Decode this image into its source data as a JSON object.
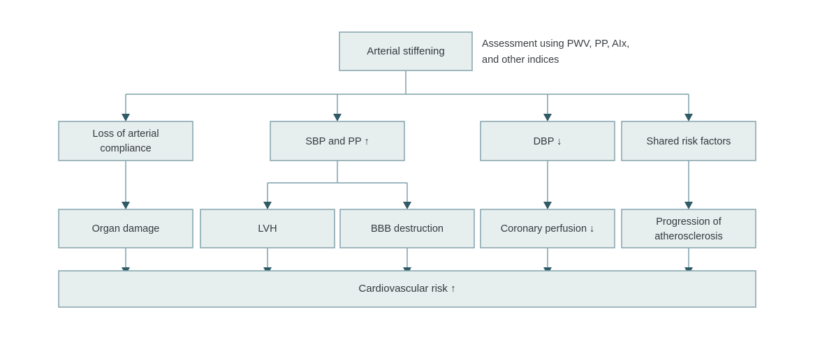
{
  "diagram": {
    "title_node": {
      "id": "arterial-stiffening",
      "label": "Arterial stiffening"
    },
    "annotation": {
      "line1": "Assessment using PWV, PP, AIx,",
      "line2": "and other indices"
    },
    "row2": [
      {
        "id": "loss-of-arterial-compliance",
        "line1": "Loss of arterial",
        "line2": "compliance"
      },
      {
        "id": "sbp-and-pp-up",
        "line1": "SBP and PP ↑",
        "line2": ""
      },
      {
        "id": "dbp-down",
        "line1": "DBP ↓",
        "line2": ""
      },
      {
        "id": "shared-risk-factors",
        "line1": "Shared risk factors",
        "line2": ""
      }
    ],
    "row3": [
      {
        "id": "organ-damage",
        "line1": "Organ damage",
        "line2": ""
      },
      {
        "id": "lvh",
        "line1": "LVH",
        "line2": ""
      },
      {
        "id": "bbb-destruction",
        "line1": "BBB destruction",
        "line2": ""
      },
      {
        "id": "coronary-perfusion-down",
        "line1": "Coronary perfusion ↓",
        "line2": ""
      },
      {
        "id": "progression-of-atherosclerosis",
        "line1": "Progression of",
        "line2": "atherosclerosis"
      }
    ],
    "outcome": {
      "id": "cardiovascular-risk-up",
      "label": "Cardiovascular risk ↑"
    },
    "colors": {
      "node_fill": "#e7eeee",
      "node_border": "#8aa9b1",
      "edge_line": "#7fa0aa",
      "arrow_head": "#2f5a66",
      "text": "#353a3d",
      "background": "#ffffff"
    }
  }
}
